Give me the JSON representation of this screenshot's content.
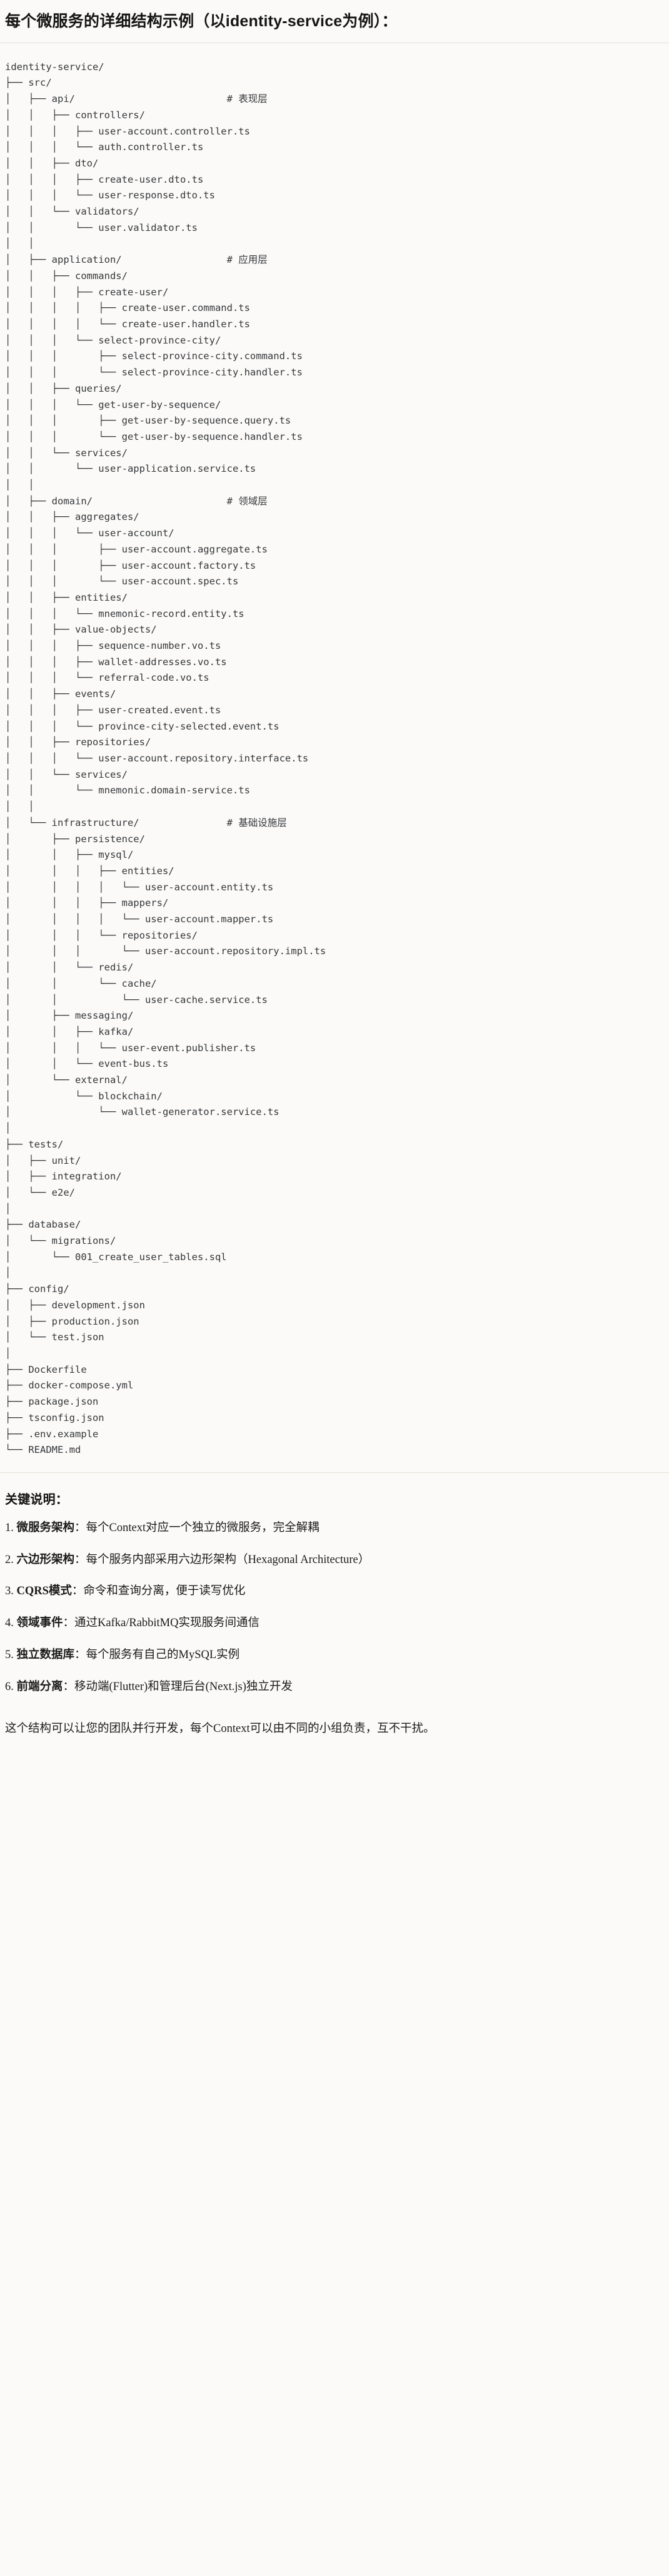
{
  "heading": "每个微服务的详细结构示例（以identity-service为例）：",
  "tree": {
    "lines": [
      "identity-service/",
      "├── src/",
      "│   ├── api/                          # 表现层",
      "│   │   ├── controllers/",
      "│   │   │   ├── user-account.controller.ts",
      "│   │   │   └── auth.controller.ts",
      "│   │   ├── dto/",
      "│   │   │   ├── create-user.dto.ts",
      "│   │   │   └── user-response.dto.ts",
      "│   │   └── validators/",
      "│   │       └── user.validator.ts",
      "│   │",
      "│   ├── application/                  # 应用层",
      "│   │   ├── commands/",
      "│   │   │   ├── create-user/",
      "│   │   │   │   ├── create-user.command.ts",
      "│   │   │   │   └── create-user.handler.ts",
      "│   │   │   └── select-province-city/",
      "│   │   │       ├── select-province-city.command.ts",
      "│   │   │       └── select-province-city.handler.ts",
      "│   │   ├── queries/",
      "│   │   │   └── get-user-by-sequence/",
      "│   │   │       ├── get-user-by-sequence.query.ts",
      "│   │   │       └── get-user-by-sequence.handler.ts",
      "│   │   └── services/",
      "│   │       └── user-application.service.ts",
      "│   │",
      "│   ├── domain/                       # 领域层",
      "│   │   ├── aggregates/",
      "│   │   │   └── user-account/",
      "│   │   │       ├── user-account.aggregate.ts",
      "│   │   │       ├── user-account.factory.ts",
      "│   │   │       └── user-account.spec.ts",
      "│   │   ├── entities/",
      "│   │   │   └── mnemonic-record.entity.ts",
      "│   │   ├── value-objects/",
      "│   │   │   ├── sequence-number.vo.ts",
      "│   │   │   ├── wallet-addresses.vo.ts",
      "│   │   │   └── referral-code.vo.ts",
      "│   │   ├── events/",
      "│   │   │   ├── user-created.event.ts",
      "│   │   │   └── province-city-selected.event.ts",
      "│   │   ├── repositories/",
      "│   │   │   └── user-account.repository.interface.ts",
      "│   │   └── services/",
      "│   │       └── mnemonic.domain-service.ts",
      "│   │",
      "│   └── infrastructure/               # 基础设施层",
      "│       ├── persistence/",
      "│       │   ├── mysql/",
      "│       │   │   ├── entities/",
      "│       │   │   │   └── user-account.entity.ts",
      "│       │   │   ├── mappers/",
      "│       │   │   │   └── user-account.mapper.ts",
      "│       │   │   └── repositories/",
      "│       │   │       └── user-account.repository.impl.ts",
      "│       │   └── redis/",
      "│       │       └── cache/",
      "│       │           └── user-cache.service.ts",
      "│       ├── messaging/",
      "│       │   ├── kafka/",
      "│       │   │   └── user-event.publisher.ts",
      "│       │   └── event-bus.ts",
      "│       └── external/",
      "│           └── blockchain/",
      "│               └── wallet-generator.service.ts",
      "│",
      "├── tests/",
      "│   ├── unit/",
      "│   ├── integration/",
      "│   └── e2e/",
      "│",
      "├── database/",
      "│   └── migrations/",
      "│       └── 001_create_user_tables.sql",
      "│",
      "├── config/",
      "│   ├── development.json",
      "│   ├── production.json",
      "│   └── test.json",
      "│",
      "├── Dockerfile",
      "├── docker-compose.yml",
      "├── package.json",
      "├── tsconfig.json",
      "├── .env.example",
      "└── README.md"
    ],
    "layer_comments": [
      "# 表现层",
      "# 应用层",
      "# 领域层",
      "# 基础设施层"
    ]
  },
  "notes": {
    "title": "关键说明：",
    "items": [
      {
        "bold": "微服务架构",
        "rest": "：每个Context对应一个独立的微服务，完全解耦"
      },
      {
        "bold": "六边形架构",
        "rest": "：每个服务内部采用六边形架构（Hexagonal Architecture）"
      },
      {
        "bold": "CQRS模式",
        "rest": "：命令和查询分离，便于读写优化"
      },
      {
        "bold": "领域事件",
        "rest": "：通过Kafka/RabbitMQ实现服务间通信"
      },
      {
        "bold": "独立数据库",
        "rest": "：每个服务有自己的MySQL实例"
      },
      {
        "bold": "前端分离",
        "rest": "：移动端(Flutter)和管理后台(Next.js)独立开发"
      }
    ],
    "closing": "这个结构可以让您的团队并行开发，每个Context可以由不同的小组负责，互不干扰。"
  }
}
